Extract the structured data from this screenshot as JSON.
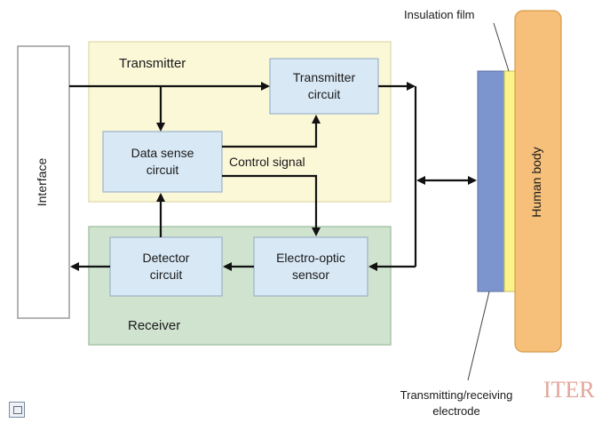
{
  "diagram": {
    "transmitter_label": "Transmitter",
    "receiver_label": "Receiver",
    "interface_label": "Interface",
    "transmitter_circuit_label": "Transmitter\ncircuit",
    "data_sense_circuit_label": "Data sense\ncircuit",
    "control_signal_label": "Control signal",
    "detector_circuit_label": "Detector\ncircuit",
    "electro_optic_sensor_label": "Electro-optic\nsensor",
    "insulation_film_label": "Insulation film",
    "human_body_label": "Human body",
    "electrode_label": "Transmitting/receiving\nelectrode",
    "watermark": "ITER"
  },
  "colors": {
    "transmitter_bg": "#fbf8d8",
    "receiver_bg": "#cfe3cf",
    "circuit_box": "#d8e8f5",
    "electrode": "#7d95cf",
    "insulation": "#fbf48a",
    "human_body": "#f6c07a",
    "line": "#111111"
  }
}
